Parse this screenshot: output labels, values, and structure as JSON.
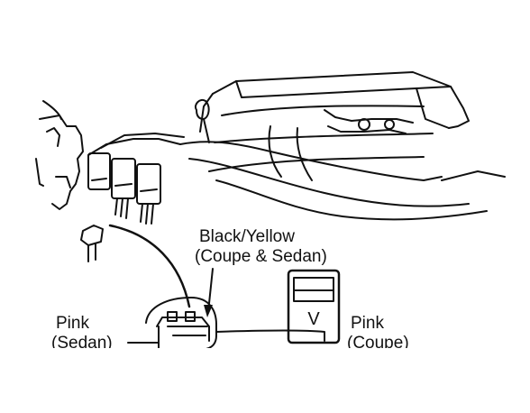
{
  "labels": {
    "black_yellow_line1": "Black/Yellow",
    "black_yellow_line2": "(Coupe & Sedan)",
    "pink_sedan_line1": "Pink",
    "pink_sedan_line2": "(Sedan)",
    "pink_coupe_line1": "Pink",
    "pink_coupe_line2": "(Coupe)"
  },
  "meter": {
    "symbol": "V"
  },
  "colors": {
    "ink": "#111111",
    "background": "#ffffff"
  }
}
